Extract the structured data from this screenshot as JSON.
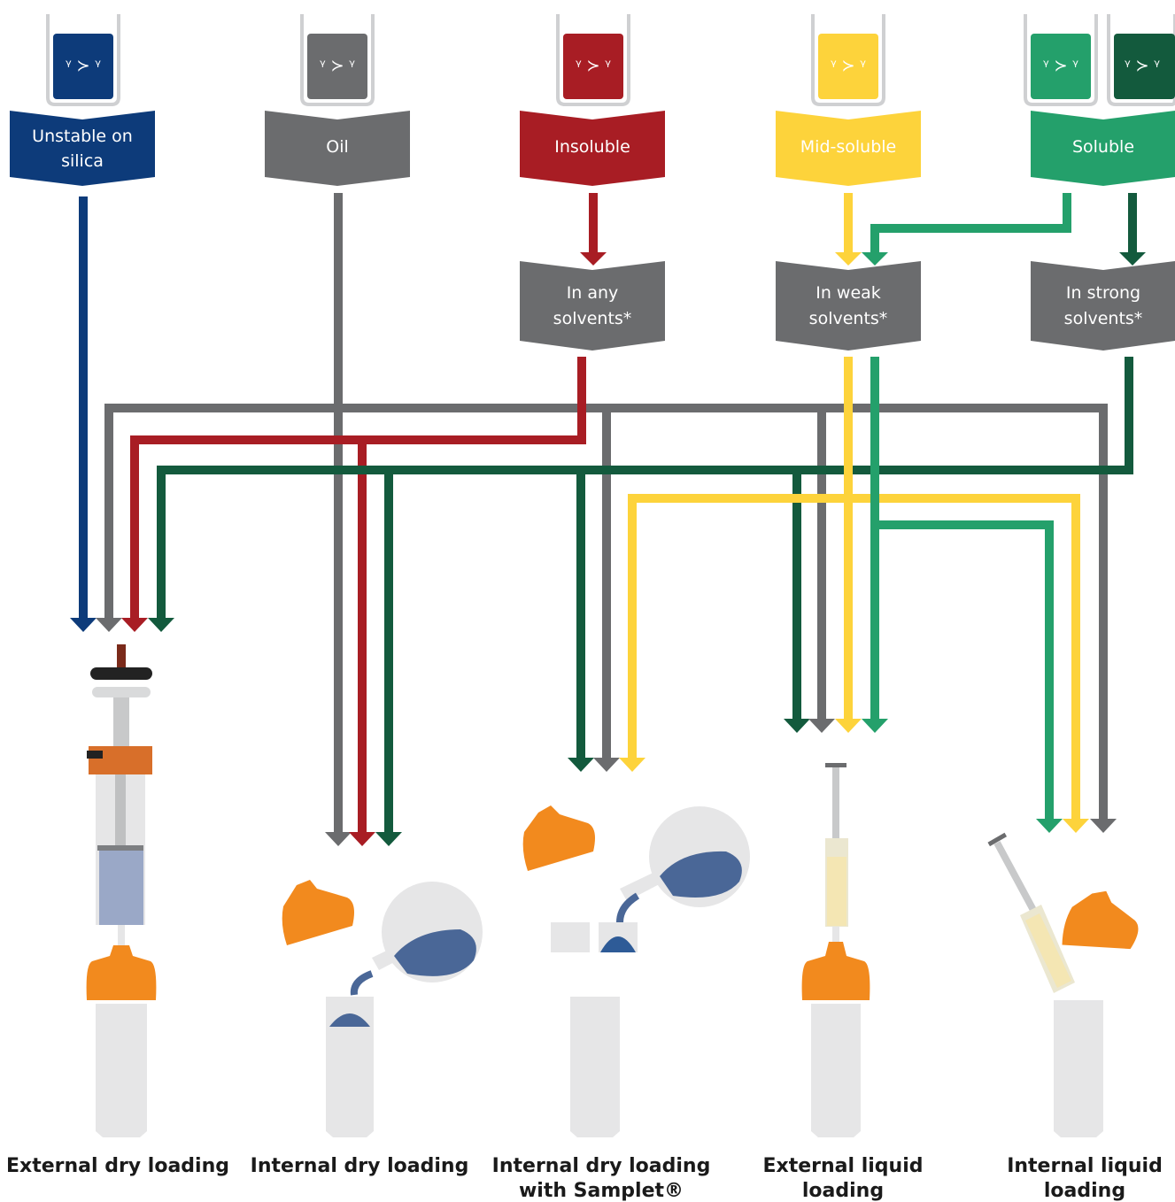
{
  "colors": {
    "unstable": "#0d3b7a",
    "oil": "#6b6c6e",
    "insoluble": "#a81d24",
    "midsoluble": "#fdd33b",
    "soluble_light": "#24a06b",
    "soluble_dark": "#135a3d",
    "solvent_box": "#6b6c6e",
    "cartridge": "#e6e6e7",
    "cap": "#f28a1e",
    "flask_liquid": "#4a6797"
  },
  "categories": [
    {
      "key": "unstable",
      "line1": "Unstable on",
      "line2": "silica"
    },
    {
      "key": "oil",
      "line1": "Oil",
      "line2": ""
    },
    {
      "key": "insoluble",
      "line1": "Insoluble",
      "line2": ""
    },
    {
      "key": "midsoluble",
      "line1": "Mid-soluble",
      "line2": ""
    },
    {
      "key": "soluble",
      "line1": "Soluble",
      "line2": ""
    }
  ],
  "solvents": [
    {
      "key": "any",
      "line1": "In any",
      "line2": "solvents*"
    },
    {
      "key": "weak",
      "line1": "In weak",
      "line2": "solvents*"
    },
    {
      "key": "strong",
      "line1": "In strong",
      "line2": "solvents*"
    }
  ],
  "methods": [
    {
      "key": "ext-dry",
      "line1": "External dry loading",
      "line2": ""
    },
    {
      "key": "int-dry",
      "line1": "Internal dry loading",
      "line2": ""
    },
    {
      "key": "samplet",
      "line1": "Internal dry loading",
      "line2": "with Samplet®"
    },
    {
      "key": "ext-liquid",
      "line1": "External liquid",
      "line2": "loading"
    },
    {
      "key": "int-liquid",
      "line1": "Internal liquid",
      "line2": "loading"
    }
  ]
}
